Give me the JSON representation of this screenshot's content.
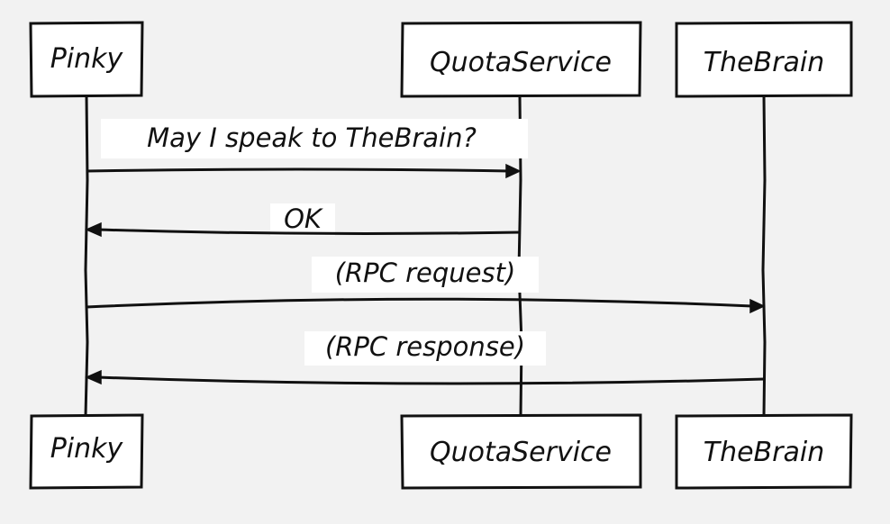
{
  "participants": [
    "Pinky",
    "QuotaService",
    "TheBrain"
  ],
  "messages": [
    {
      "from": "Pinky",
      "to": "QuotaService",
      "label": "May I speak to TheBrain?"
    },
    {
      "from": "QuotaService",
      "to": "Pinky",
      "label": "OK"
    },
    {
      "from": "Pinky",
      "to": "TheBrain",
      "label": "(RPC request)"
    },
    {
      "from": "TheBrain",
      "to": "Pinky",
      "label": "(RPC response)"
    }
  ],
  "colors": {
    "background": "#f2f2f2",
    "ink": "#111111",
    "box_fill": "#ffffff"
  }
}
